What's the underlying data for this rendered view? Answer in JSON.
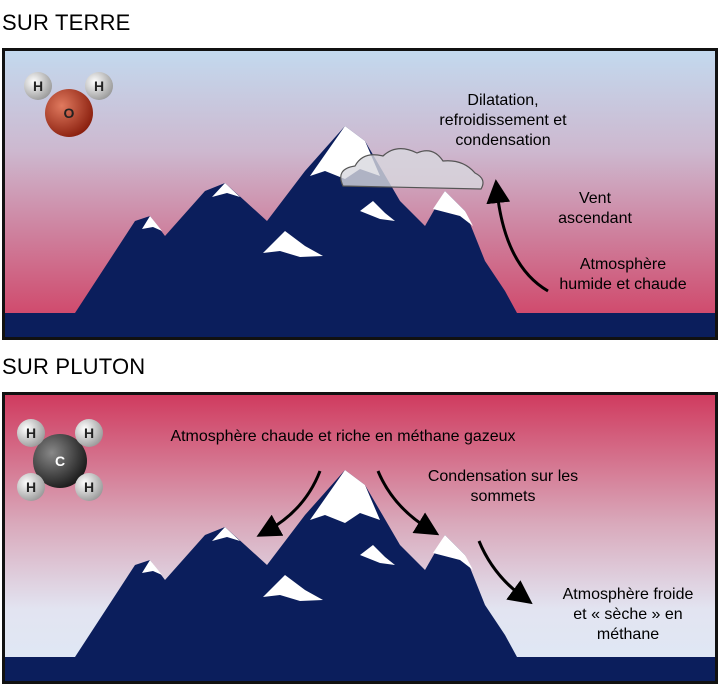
{
  "earth": {
    "heading": "SUR TERRE",
    "molecule": {
      "atoms": [
        "H",
        "O",
        "H"
      ]
    },
    "labels": {
      "condensation": [
        "Dilatation,",
        "refroidissement et",
        "condensation"
      ],
      "wind": [
        "Vent",
        "ascendant"
      ],
      "atmosphere": [
        "Atmosphère",
        "humide et chaude"
      ]
    },
    "colors": {
      "sky_top": "#c3d9ee",
      "sky_bottom": "#d03b5f",
      "mountain": "#0b1e5c",
      "snow": "#ffffff",
      "oxygen": "#b5331d"
    }
  },
  "pluto": {
    "heading": "SUR PLUTON",
    "molecule": {
      "atoms": [
        "H",
        "H",
        "C",
        "H",
        "H"
      ]
    },
    "labels": {
      "top": "Atmosphère chaude et riche en méthane gazeux",
      "condensation": [
        "Condensation sur les",
        "sommets"
      ],
      "dry": [
        "Atmosphère froide",
        "et « sèche » en",
        "méthane"
      ]
    },
    "colors": {
      "sky_top": "#d03b5f",
      "sky_bottom": "#dfe9f6",
      "mountain": "#0b1e5c",
      "snow": "#ffffff",
      "carbon": "#333333"
    }
  }
}
